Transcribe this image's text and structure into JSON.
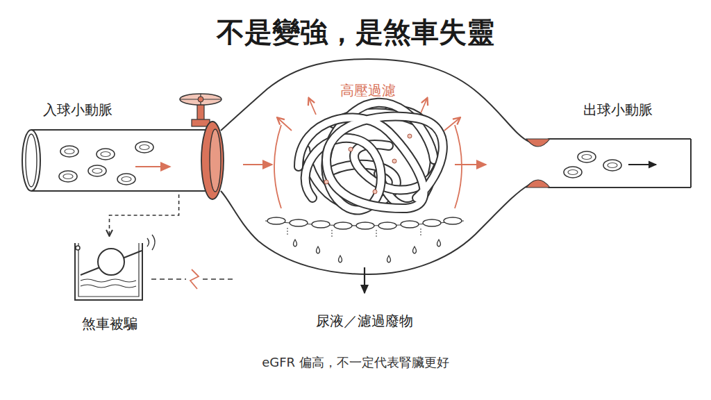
{
  "diagram": {
    "title": "不是變強，是煞車失靈",
    "caption": "eGFR 偏高，不一定代表腎臟更好",
    "nodes": [
      {
        "text": [
          "入球小動脈"
        ]
      },
      {
        "text": [
          "出球小動脈"
        ]
      },
      {
        "text": [
          "煞車被騙"
        ]
      }
    ],
    "edges": [
      {
        "from": 0,
        "to": 2,
        "arrow": "to"
      }
    ],
    "labels": [
      "高壓過濾",
      "尿液／濾過廢物"
    ]
  }
}
